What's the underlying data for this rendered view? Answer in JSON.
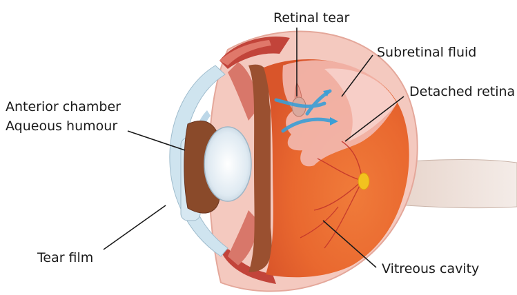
{
  "labels": {
    "retinal_tear": "Retinal tear",
    "subretinal_fluid": "Subretinal fluid",
    "detached_retina": "Detached retina",
    "anterior_chamber": "Anterior chamber",
    "aqueous_humour": "Aqueous humour",
    "tear_film": "Tear film",
    "vitreous_cavity": "Vitreous cavity"
  }
}
